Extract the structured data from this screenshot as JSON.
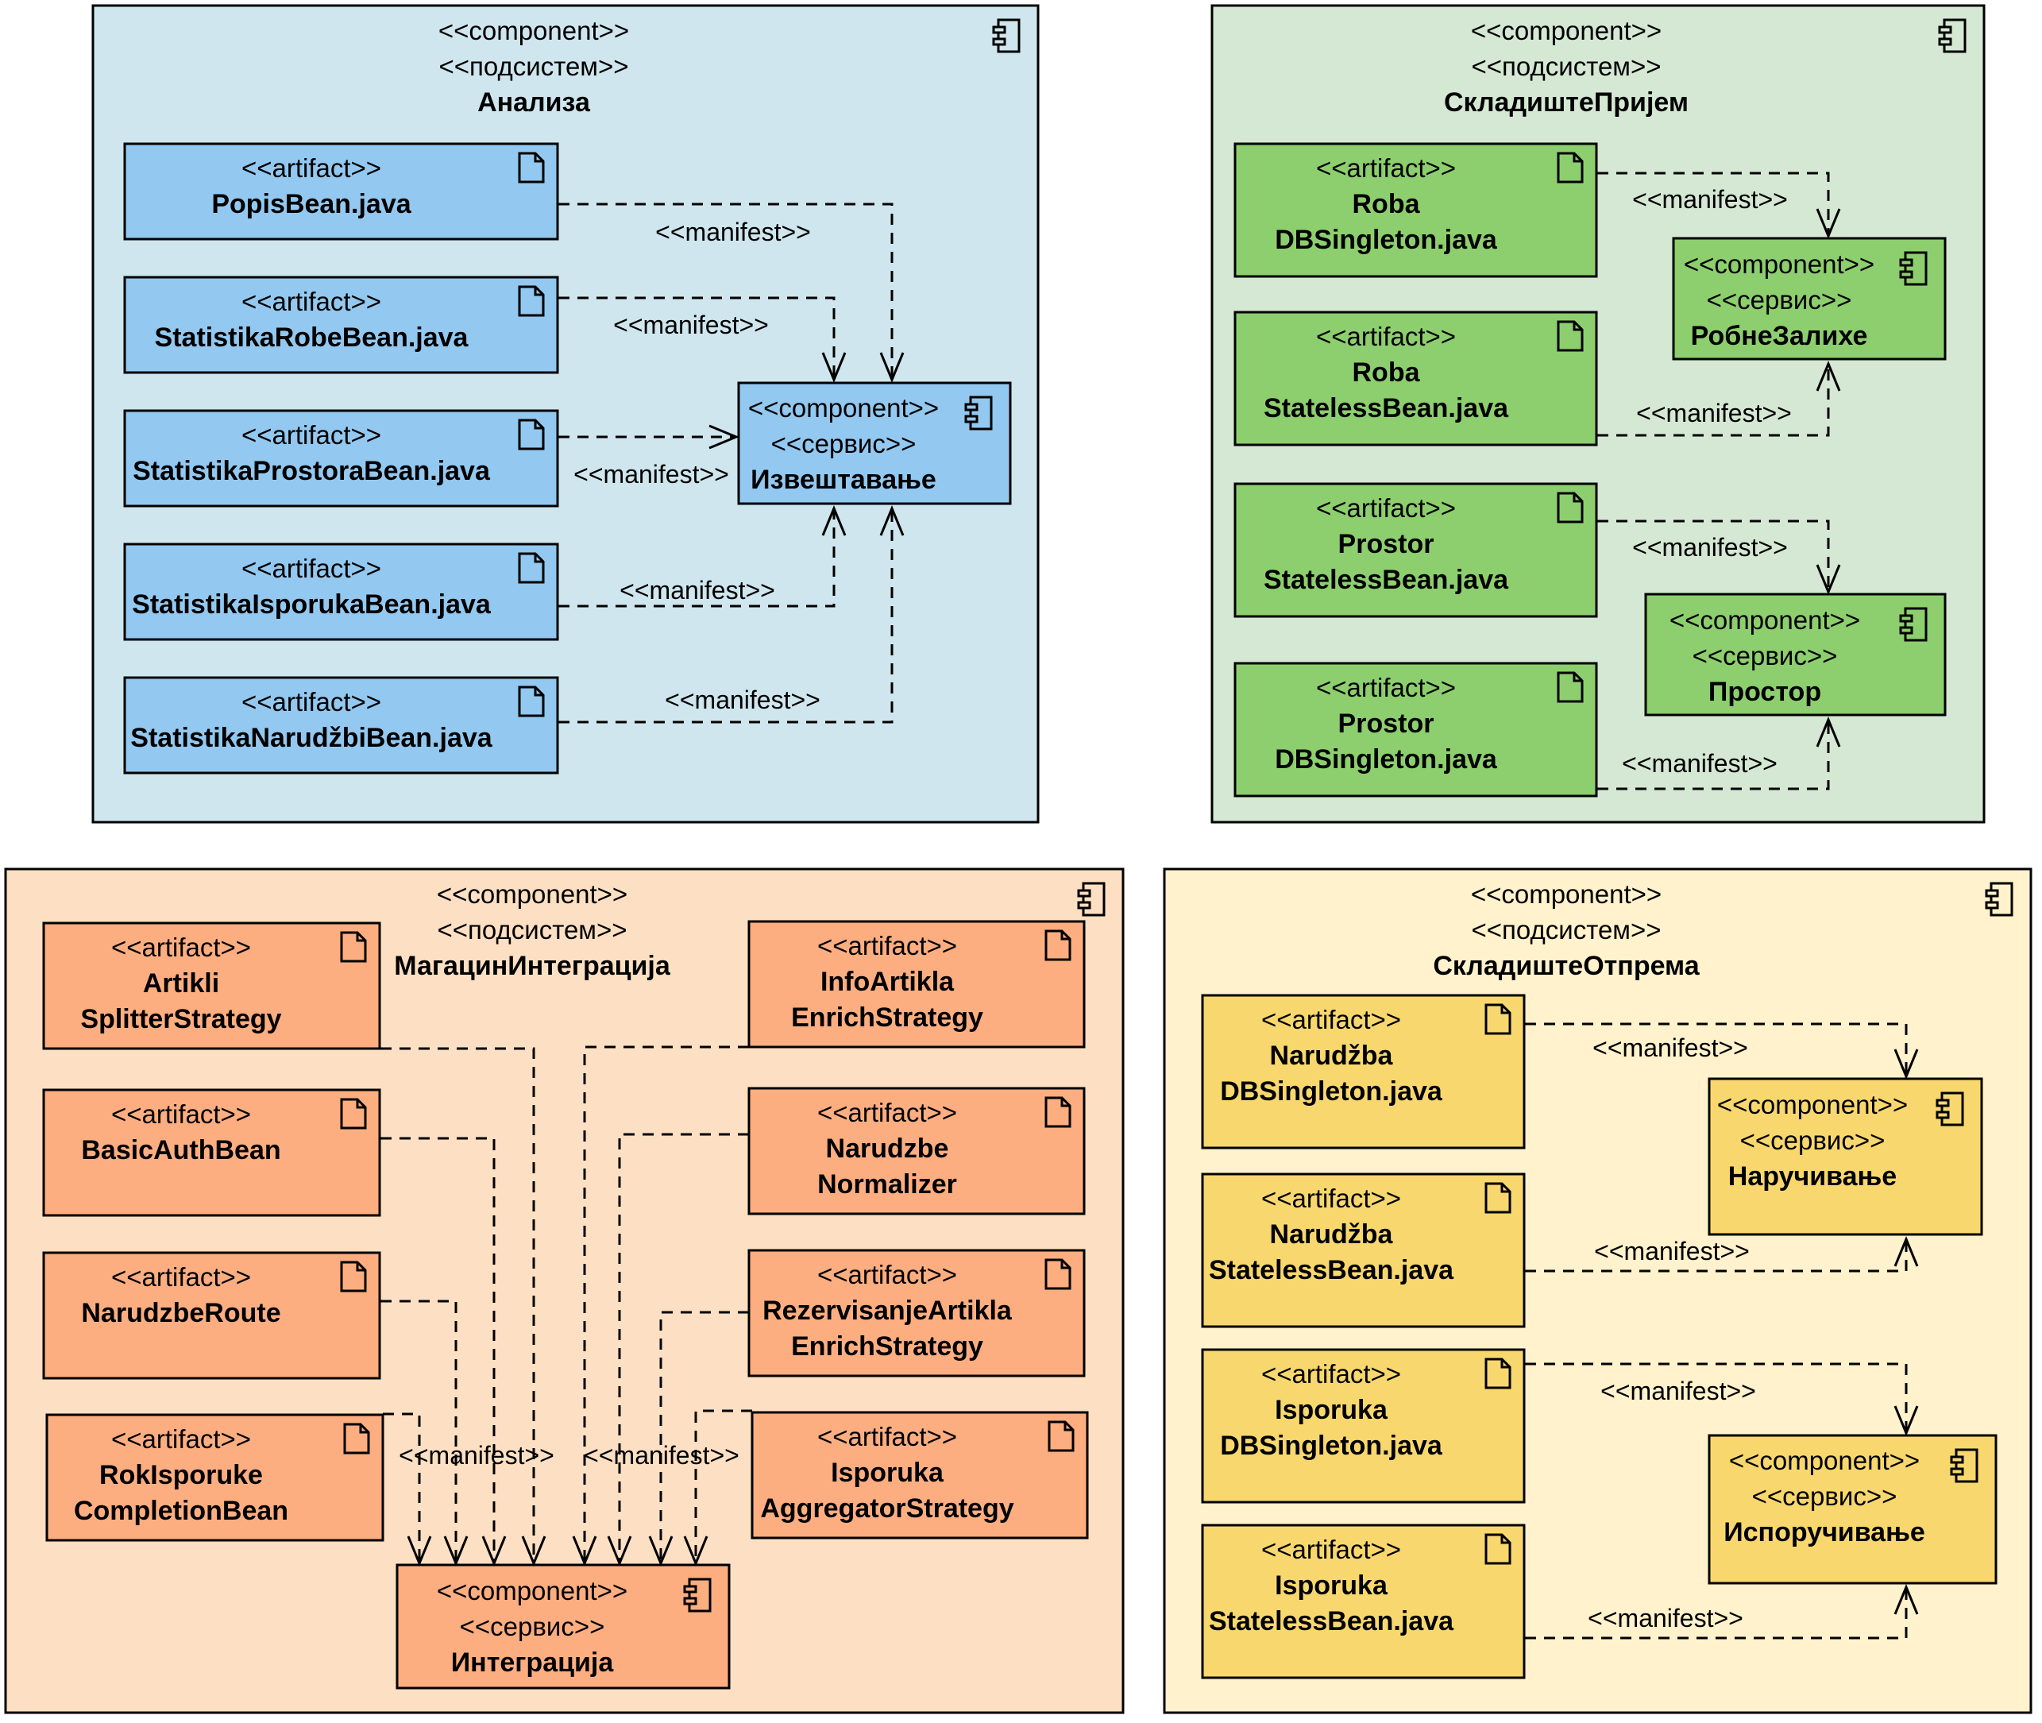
{
  "colors": {
    "blue_frame": "#d0e6ee",
    "blue_box": "#93c8f0",
    "green_frame": "#d5e8d4",
    "green_box": "#8dcf6e",
    "orange_frame": "#fde0c3",
    "orange_box": "#fdae81",
    "yellow_frame": "#fff2cc",
    "yellow_box": "#f8d86e"
  },
  "icons": {
    "component": "component-icon",
    "artifact": "document-icon",
    "arrow": "open-arrowhead"
  },
  "connector_label": "<<manifest>>",
  "subsystems": [
    {
      "id": "analiza",
      "stereotypes": [
        "<<component>>",
        "<<подсистем>>"
      ],
      "name": "Анализа",
      "artifacts": [
        {
          "stereotype": "<<artifact>>",
          "lines": [
            "PopisBean.java"
          ]
        },
        {
          "stereotype": "<<artifact>>",
          "lines": [
            "StatistikaRobeBean.java"
          ]
        },
        {
          "stereotype": "<<artifact>>",
          "lines": [
            "StatistikaProstoraBean.java"
          ]
        },
        {
          "stereotype": "<<artifact>>",
          "lines": [
            "StatistikaIsporukaBean.java"
          ]
        },
        {
          "stereotype": "<<artifact>>",
          "lines": [
            "StatistikaNarudžbiBean.java"
          ]
        }
      ],
      "services": [
        {
          "stereotypes": [
            "<<component>>",
            "<<сервис>>"
          ],
          "name": "Извештавање"
        }
      ]
    },
    {
      "id": "skladiste-prijem",
      "stereotypes": [
        "<<component>>",
        "<<подсистем>>"
      ],
      "name": "СкладиштеПријем",
      "artifacts": [
        {
          "stereotype": "<<artifact>>",
          "lines": [
            "Roba",
            "DBSingleton.java"
          ]
        },
        {
          "stereotype": "<<artifact>>",
          "lines": [
            "Roba",
            "StatelessBean.java"
          ]
        },
        {
          "stereotype": "<<artifact>>",
          "lines": [
            "Prostor",
            "StatelessBean.java"
          ]
        },
        {
          "stereotype": "<<artifact>>",
          "lines": [
            "Prostor",
            "DBSingleton.java"
          ]
        }
      ],
      "services": [
        {
          "stereotypes": [
            "<<component>>",
            "<<сервис>>"
          ],
          "name": "РобнеЗалихе"
        },
        {
          "stereotypes": [
            "<<component>>",
            "<<сервис>>"
          ],
          "name": "Простор"
        }
      ]
    },
    {
      "id": "magacin-integracija",
      "stereotypes": [
        "<<component>>",
        "<<подсистем>>"
      ],
      "name": "МагацинИнтеграција",
      "artifacts": [
        {
          "stereotype": "<<artifact>>",
          "lines": [
            "Artikli",
            "SplitterStrategy"
          ]
        },
        {
          "stereotype": "<<artifact>>",
          "lines": [
            "BasicAuthBean"
          ]
        },
        {
          "stereotype": "<<artifact>>",
          "lines": [
            "NarudzbeRoute"
          ]
        },
        {
          "stereotype": "<<artifact>>",
          "lines": [
            "RokIsporuke",
            "CompletionBean"
          ]
        },
        {
          "stereotype": "<<artifact>>",
          "lines": [
            "InfoArtikla",
            "EnrichStrategy"
          ]
        },
        {
          "stereotype": "<<artifact>>",
          "lines": [
            "Narudzbe",
            "Normalizer"
          ]
        },
        {
          "stereotype": "<<artifact>>",
          "lines": [
            "RezervisanjeArtikla",
            "EnrichStrategy"
          ]
        },
        {
          "stereotype": "<<artifact>>",
          "lines": [
            "Isporuka",
            "AggregatorStrategy"
          ]
        }
      ],
      "services": [
        {
          "stereotypes": [
            "<<component>>",
            "<<сервис>>"
          ],
          "name": "Интеграција"
        }
      ]
    },
    {
      "id": "skladiste-otprema",
      "stereotypes": [
        "<<component>>",
        "<<подсистем>>"
      ],
      "name": "СкладиштеОтпрема",
      "artifacts": [
        {
          "stereotype": "<<artifact>>",
          "lines": [
            "Narudžba",
            "DBSingleton.java"
          ]
        },
        {
          "stereotype": "<<artifact>>",
          "lines": [
            "Narudžba",
            "StatelessBean.java"
          ]
        },
        {
          "stereotype": "<<artifact>>",
          "lines": [
            "Isporuka",
            "DBSingleton.java"
          ]
        },
        {
          "stereotype": "<<artifact>>",
          "lines": [
            "Isporuka",
            "StatelessBean.java"
          ]
        }
      ],
      "services": [
        {
          "stereotypes": [
            "<<component>>",
            "<<сервис>>"
          ],
          "name": "Наручивање"
        },
        {
          "stereotypes": [
            "<<component>>",
            "<<сервис>>"
          ],
          "name": "Испоручивање"
        }
      ]
    }
  ]
}
